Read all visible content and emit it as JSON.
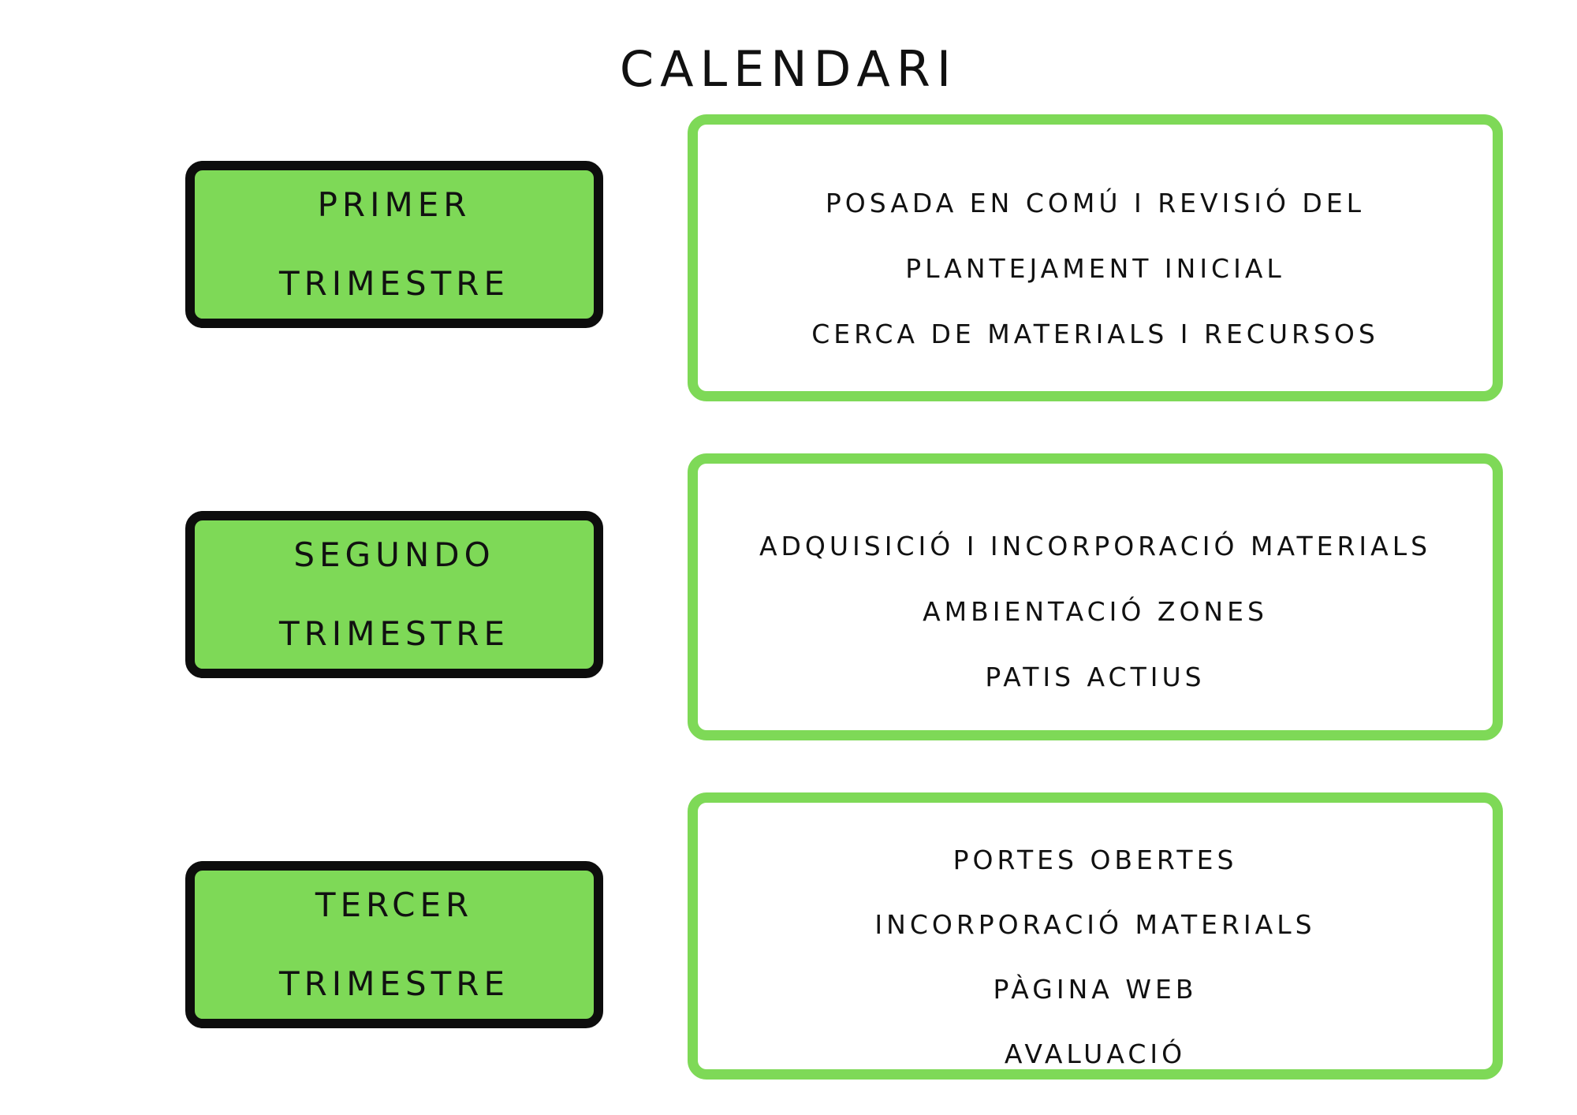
{
  "title": "CALENDARI",
  "colors": {
    "label_fill": "#7ed957",
    "label_border": "#0d0d0d",
    "detail_border": "#7ed957",
    "text": "#111111"
  },
  "terms": [
    {
      "label": [
        "PRIMER",
        "TRIMESTRE"
      ],
      "items": [
        "POSADA EN COMÚ I REVISIÓ DEL",
        "PLANTEJAMENT INICIAL",
        "CERCA DE MATERIALS I RECURSOS"
      ]
    },
    {
      "label": [
        "SEGUNDO",
        "TRIMESTRE"
      ],
      "items": [
        "ADQUISICIÓ I INCORPORACIÓ MATERIALS",
        "AMBIENTACIÓ ZONES",
        "PATIS ACTIUS"
      ]
    },
    {
      "label": [
        "TERCER",
        "TRIMESTRE"
      ],
      "items": [
        "PORTES OBERTES",
        "INCORPORACIÓ MATERIALS",
        "PÀGINA WEB",
        "AVALUACIÓ"
      ]
    }
  ]
}
